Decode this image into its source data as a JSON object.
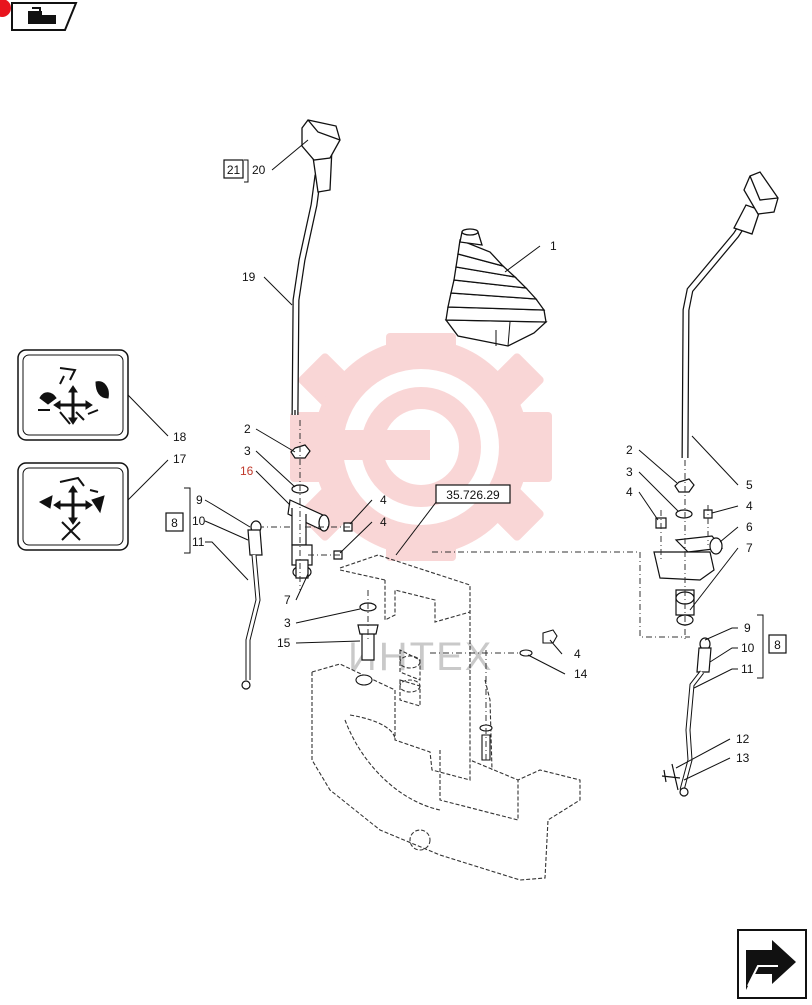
{
  "watermark": {
    "text": "ИНТЕХ",
    "color": "#f5b5b5"
  },
  "colors": {
    "line": "#111111",
    "accent": "#e8141e",
    "dash": "#333333",
    "highlight": "#c0392b"
  },
  "icons": {
    "top_left": "navigate-back-icon",
    "bottom_right": "navigate-forward-icon"
  },
  "callouts": {
    "c1": "1",
    "c2a": "2",
    "c3a": "3",
    "c16": "16",
    "c4a": "4",
    "c4b": "4",
    "c7a": "7",
    "c3b": "3",
    "c15": "15",
    "c4c": "4",
    "c14": "14",
    "c19": "19",
    "c20": "20",
    "c18": "18",
    "c17": "17",
    "c9a": "9",
    "c10a": "10",
    "c11a": "11",
    "c2b": "2",
    "c3c": "3",
    "c4d": "4",
    "c4e": "4",
    "c5": "5",
    "c6": "6",
    "c7b": "7",
    "c9b": "9",
    "c10b": "10",
    "c11b": "11",
    "c12": "12",
    "c13": "13"
  },
  "references": {
    "r21": "21",
    "r8a": "8",
    "r8b": "8",
    "section": "35.726.29"
  }
}
